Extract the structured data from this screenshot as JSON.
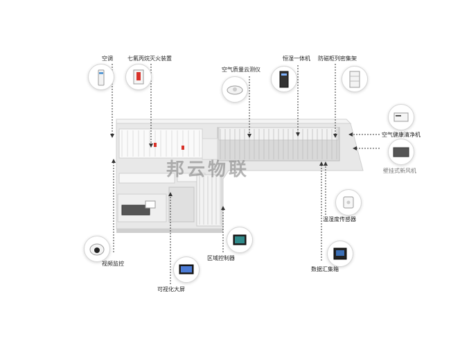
{
  "watermark_text": "邦云物联",
  "devices": {
    "air_conditioner": "空调",
    "fire_suppression": "七氟丙烷灭火装置",
    "air_quality_meter": "空气质量云测仪",
    "constant_humidity": "恒湿一体机",
    "magnetic_rack": "防磁柜列密集架",
    "air_purifier": "空气健康清净机",
    "wall_ventilator": "壁挂式新风机",
    "temp_humidity_sensor": "温湿度传感器",
    "data_box": "数据汇集箱",
    "zone_controller": "区域控制器",
    "video_monitor": "视频监控",
    "visual_screen": "可视化大屏"
  },
  "colors": {
    "accent_red": "#d8332a",
    "line": "#333333",
    "floor": "#e6e6e6",
    "wall": "#f7f7f7"
  }
}
